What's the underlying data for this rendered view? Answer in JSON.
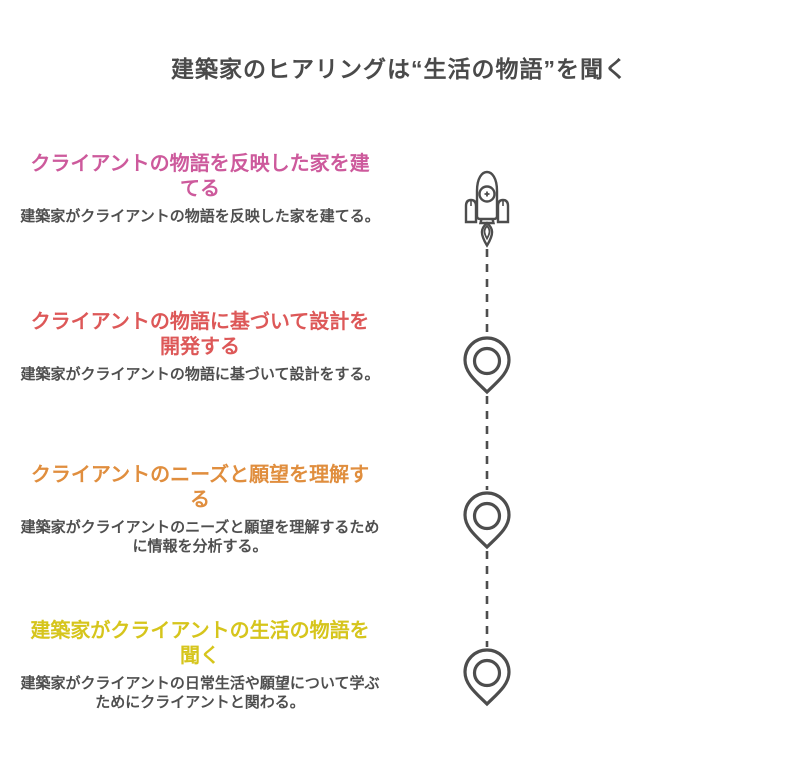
{
  "title": "建築家のヒアリングは“生活の物語”を聞く",
  "colors": {
    "title": "#4a4a4a",
    "description": "#4f4f4f",
    "icon": "#4d4d4d",
    "background": "#ffffff",
    "step_pink": "#cd5a9c",
    "step_red": "#dd5858",
    "step_orange": "#e08e3e",
    "step_yellow": "#d6c51c"
  },
  "timeline": {
    "top_icon": "rocket-icon",
    "marker_icon": "map-pin-icon",
    "connector_style": "dashed"
  },
  "steps": [
    {
      "title": "クライアントの物語を反映した家を建てる",
      "description": "建築家がクライアントの物語を反映した家を建てる。",
      "color": "#cd5a9c"
    },
    {
      "title": "クライアントの物語に基づいて設計を開発する",
      "description": "建築家がクライアントの物語に基づいて設計をする。",
      "color": "#dd5858"
    },
    {
      "title": "クライアントのニーズと願望を理解する",
      "description": "建築家がクライアントのニーズと願望を理解するために情報を分析する。",
      "color": "#e08e3e"
    },
    {
      "title": "建築家がクライアントの生活の物語を聞く",
      "description": "建築家がクライアントの日常生活や願望について学ぶためにクライアントと関わる。",
      "color": "#d6c51c"
    }
  ]
}
